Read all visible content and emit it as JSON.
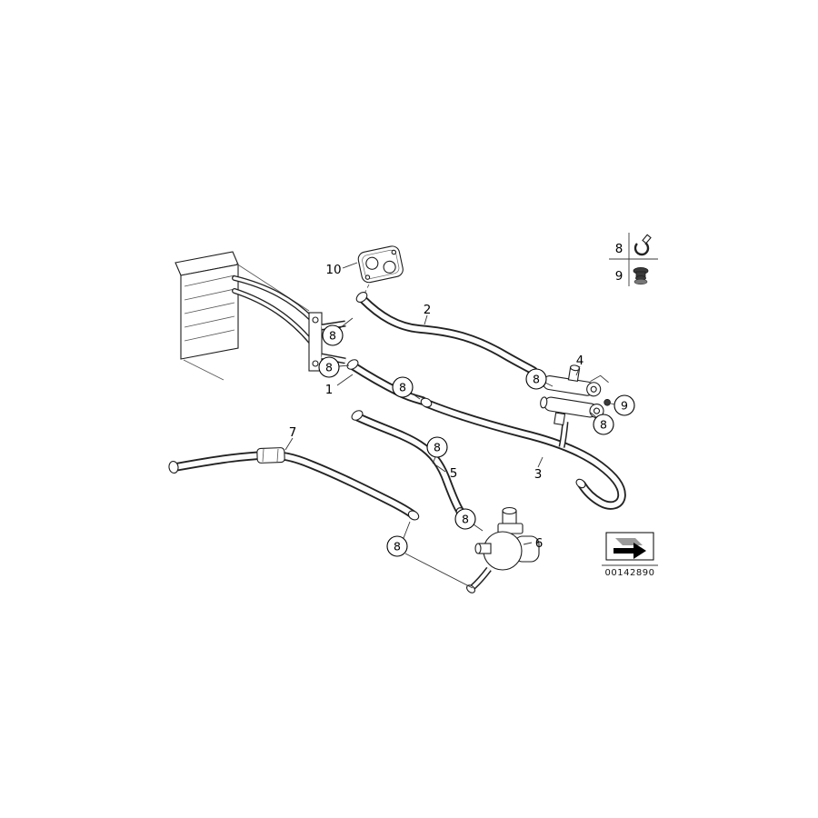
{
  "figure": {
    "image_number": "00142890"
  },
  "callouts": {
    "item1": "1",
    "item2": "2",
    "item3": "3",
    "item4": "4",
    "item5": "5",
    "item6": "6",
    "item7": "7",
    "item8": "8",
    "item9": "9",
    "item10": "10"
  },
  "legend": {
    "row1_number": "8",
    "row1_icon": "hose-clamp-icon",
    "row2_number": "9",
    "row2_icon": "grommet-icon"
  }
}
